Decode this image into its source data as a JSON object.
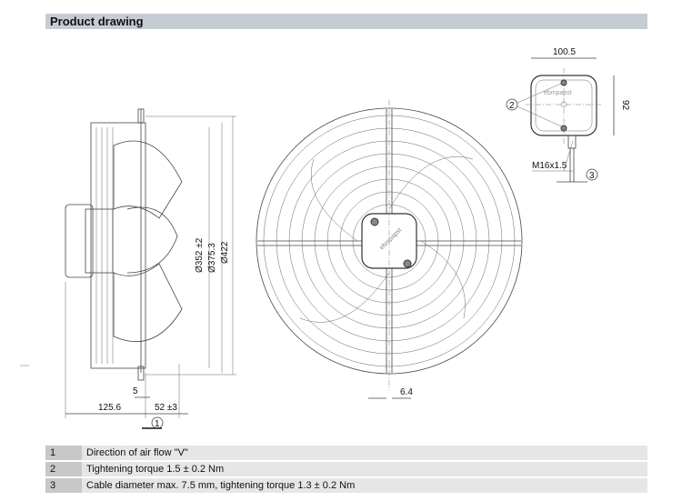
{
  "header": {
    "title": "Product drawing"
  },
  "drawing": {
    "dims": {
      "d_box_width": "100.5",
      "d_box_height": "92",
      "thread": "M16x1.5",
      "d_352": "Ø352 ±2",
      "d_375": "Ø375.3",
      "d_422": "Ø422",
      "d_5": "5",
      "d_125": "125.6",
      "d_52": "52 ±3",
      "d_6_4": "6.4"
    },
    "callouts": {
      "c1": "1",
      "c2": "2",
      "c3": "3"
    },
    "logo": "ebmpapst"
  },
  "notes": [
    {
      "num": "1",
      "text": "Direction of air flow \"V\""
    },
    {
      "num": "2",
      "text": "Tightening torque 1.5 ± 0.2 Nm"
    },
    {
      "num": "3",
      "text": "Cable diameter max. 7.5 mm, tightening torque 1.3 ± 0.2 Nm"
    }
  ]
}
